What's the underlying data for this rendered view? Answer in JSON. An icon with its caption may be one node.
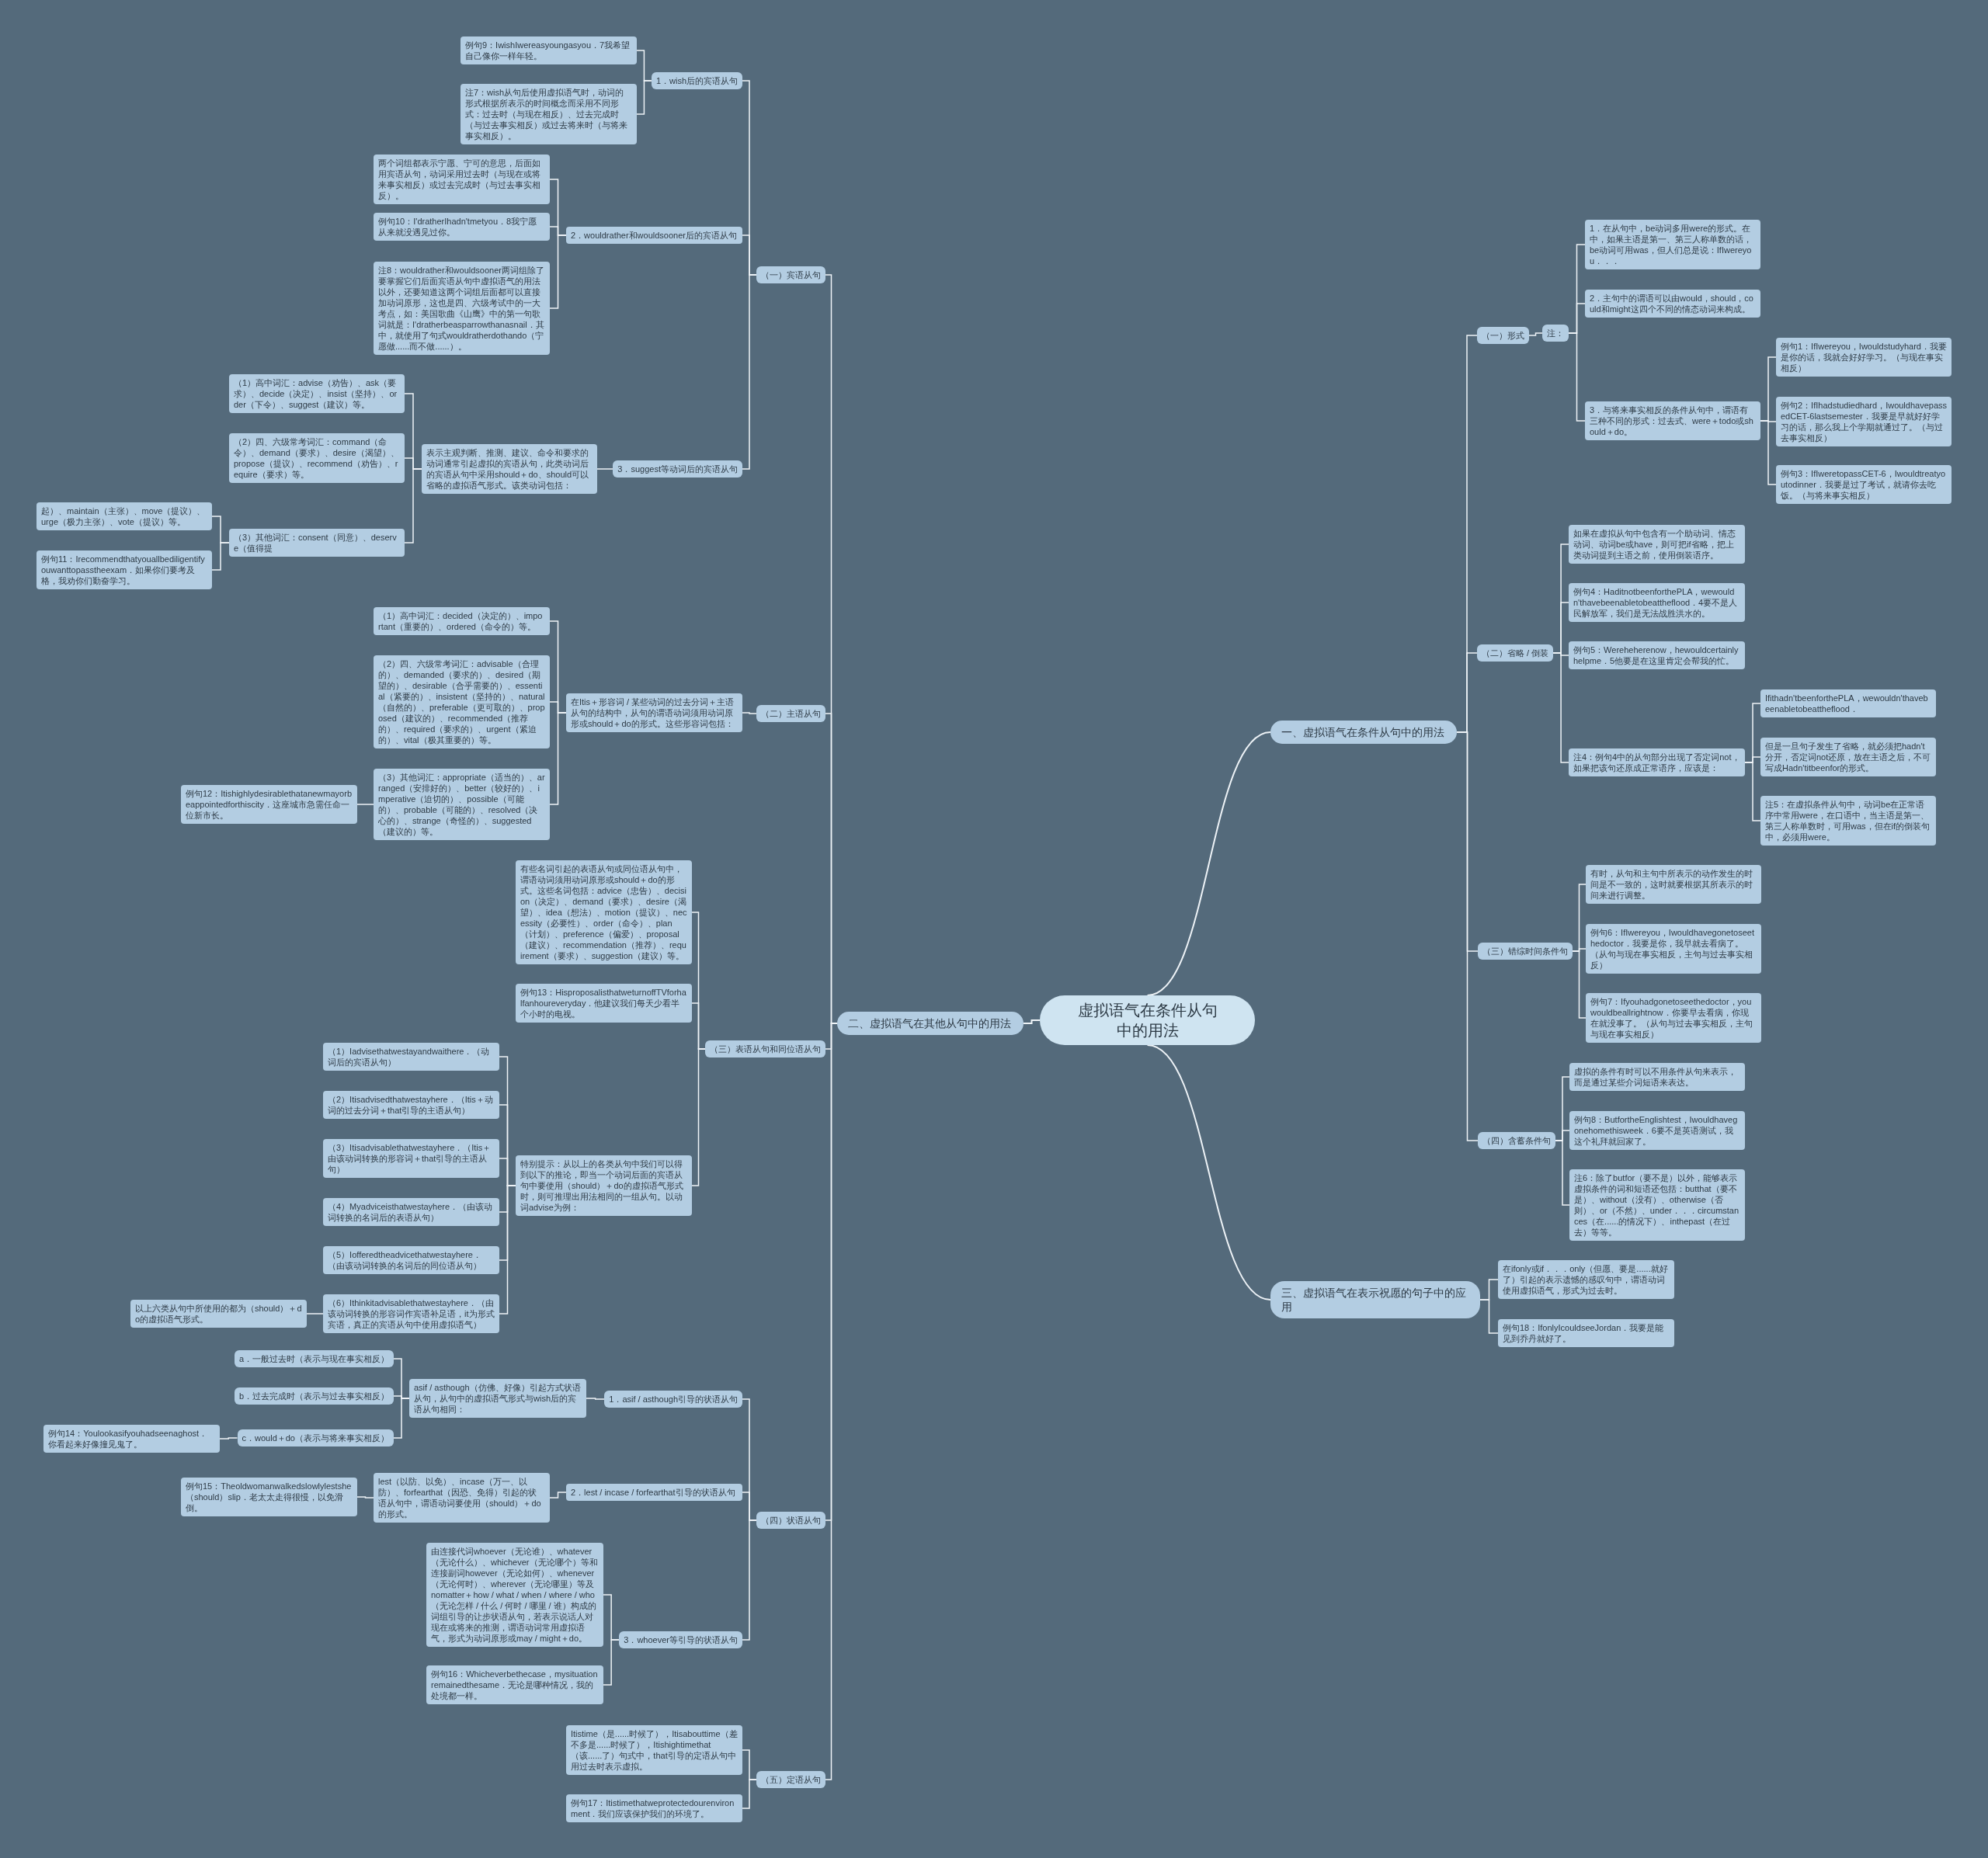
{
  "diagram": {
    "nodes": [
      {
        "text": [
          "虚拟语气在条件从句中的用法"
        ]
      },
      {
        "text": [
          "一、虚拟语气在条件从句中的用法"
        ]
      },
      {
        "text": [
          "（一）形式"
        ]
      },
      {
        "text": [
          "注："
        ]
      },
      {
        "text": [
          "1．在从句中，be动词多用were的形式。在中，如果主语是第一、第三人称单数的话，be动词可用was，但人们总是说：IfIwereyou．．．"
        ]
      },
      {
        "text": [
          "2．主句中的谓语可以由would，should，could和might这四个不同的情态动词来构成。"
        ]
      },
      {
        "text": [
          "3．与将来事实相反的条件从句中，谓语有三种不同的形式：过去式、were＋todo或should＋do。"
        ]
      },
      {
        "text": [
          "例句1：IfIwereyou，Iwouldstudyhard．我要是你的话，我就会好好学习。（与现在事实相反）"
        ]
      },
      {
        "text": [
          "例句2：IfIhadstudiedhard，IwouldhavepassedCET-6lastsemester．我要是早就好好学习的话，那么我上个学期就通过了。（与过去事实相反）"
        ]
      },
      {
        "text": [
          "例句3：IfIweretopassCET-6，Iwouldtreatyoutodinner．我要是过了考试，就请你去吃饭。（与将来事实相反）"
        ]
      },
      {
        "text": [
          "（二）省略 / 倒装"
        ]
      },
      {
        "text": [
          "如果在虚拟从句中包含有一个助动词、情态动词、动词be或have，则可把if省略，把上类动词提到主语之前，使用倒装语序。"
        ]
      },
      {
        "text": [
          "例句4：HaditnotbeenforthePLA，wewouldn'thavebeenabletobeattheflood．4要不是人民解放军，我们是无法战胜洪水的。"
        ]
      },
      {
        "text": [
          "例句5：Wereheherenow，hewouldcertainlyhelpme．5他要是在这里肯定会帮我的忙。"
        ]
      },
      {
        "text": [
          "注4：例句4中的从句部分出现了否定词not，如果把该句还原成正常语序，应该是："
        ]
      },
      {
        "text": [
          "Ifithadn'tbeenforthePLA，wewouldn'thavebeenabletobeattheflood．"
        ]
      },
      {
        "text": [
          "但是一旦句子发生了省略，就必须把hadn't分开，否定词not还原，放在主语之后，不可写成Hadn'titbeenfor的形式。"
        ]
      },
      {
        "text": [
          "注5：在虚拟条件从句中，动词be在正常语序中常用were，在口语中，当主语是第一、第三人称单数时，可用was，但在if的倒装句中，必须用were。"
        ]
      },
      {
        "text": [
          "（三）错综时间条件句"
        ]
      },
      {
        "text": [
          "有时，从句和主句中所表示的动作发生的时间是不一致的，这时就要根据其所表示的时间来进行调整。"
        ]
      },
      {
        "text": [
          "例句6：IfIwereyou，Iwouldhavegonetoseethedoctor．我要是你，我早就去看病了。（从句与现在事实相反，主句与过去事实相反）"
        ]
      },
      {
        "text": [
          "例句7：Ifyouhadgonetoseethedoctor，youwouldbeallrightnow．你要早去看病，你现在就没事了。（从句与过去事实相反，主句与现在事实相反）"
        ]
      },
      {
        "text": [
          "（四）含蓄条件句"
        ]
      },
      {
        "text": [
          "虚拟的条件有时可以不用条件从句来表示，而是通过某些介词短语来表达。"
        ]
      },
      {
        "text": [
          "例句8：ButfortheEnglishtest，Iwouldhavegonehomethisweek．6要不是英语测试，我这个礼拜就回家了。"
        ]
      },
      {
        "text": [
          "注6：除了butfor（要不是）以外，能够表示虚拟条件的词和短语还包括：butthat（要不是）、without（没有）、otherwise（否则）、or（不然）、under．．．circumstances（在......的情况下）、inthepast（在过去）等等。"
        ]
      },
      {
        "text": [
          "三、虚拟语气在表示祝愿的句子中的应用"
        ]
      },
      {
        "text": [
          "在ifonly或if．．．only（但愿、要是......就好了）引起的表示遗憾的感叹句中，谓语动词使用虚拟语气，形式为过去时。"
        ]
      },
      {
        "text": [
          "例句18：IfonlyIcouldseeJordan．我要是能见到乔丹就好了。"
        ]
      },
      {
        "text": [
          "二、虚拟语气在其他从句中的用法"
        ]
      },
      {
        "text": [
          "（一）宾语从句"
        ]
      },
      {
        "text": [
          "1．wish后的宾语从句"
        ]
      },
      {
        "text": [
          "例句9：IwishIwereasyoungasyou．7我希望自己像你一样年轻。"
        ]
      },
      {
        "text": [
          "注7：wish从句后使用虚拟语气时，动词的形式根据所表示的时间概念而采用不同形式：过去时（与现在相反）、过去完成时（与过去事实相反）或过去将来时（与将来事实相反）。"
        ]
      },
      {
        "text": [
          "2．wouldrather和wouldsooner后的宾语从句"
        ]
      },
      {
        "text": [
          "两个词组都表示宁愿、宁可的意思，后面如用宾语从句，动词采用过去时（与现在或将来事实相反）或过去完成时（与过去事实相反）。"
        ]
      },
      {
        "text": [
          "例句10：I'dratherIhadn'tmetyou．8我宁愿从来就没遇见过你。"
        ]
      },
      {
        "text": [
          "注8：wouldrather和wouldsooner两词组除了要掌握它们后面宾语从句中虚拟语气的用法以外，还要知道这两个词组后面都可以直接加动词原形，这也是四、六级考试中的一大考点，如：美国歌曲《山鹰》中的第一句歌词就是：I'dratherbeasparrowthanasnail．其中，就使用了句式wouldratherdothando（宁愿做......而不做......）。"
        ]
      },
      {
        "text": [
          "3．suggest等动词后的宾语从句"
        ]
      },
      {
        "text": [
          "表示主观判断、推测、建议、命令和要求的动词通常引起虚拟的宾语从句，此类动词后的宾语从句中采用should＋do、should可以省略的虚拟语气形式。该类动词包括："
        ]
      },
      {
        "text": [
          "（1）高中词汇：advise（劝告）、ask（要求）、decide（决定）、insist（坚持）、order（下令）、suggest（建议）等。"
        ]
      },
      {
        "text": [
          "（2）四、六级常考词汇：command（命令）、demand（要求）、desire（渴望）、propose（提议）、recommend（劝告）、require（要求）等。"
        ]
      },
      {
        "text": [
          "（3）其他词汇：consent（同意）、deserve（值得提"
        ]
      },
      {
        "text": [
          "起）、maintain（主张）、move（提议）、urge（极力主张）、vote（提议）等。"
        ]
      },
      {
        "text": [
          "例句11：Irecommendthatyouallbediligentifyouwanttopasstheexam．如果你们要考及格，我劝你们勤奋学习。"
        ]
      },
      {
        "text": [
          "（二）主语从句"
        ]
      },
      {
        "text": [
          "在Itis＋形容词 / 某些动词的过去分词＋主语从句的结构中，从句的谓语动词须用动词原形或should＋do的形式。这些形容词包括："
        ]
      },
      {
        "text": [
          "（1）高中词汇：decided（决定的）、important（重要的）、ordered（命令的）等。"
        ]
      },
      {
        "text": [
          "（2）四、六级常考词汇：advisable（合理的）、demanded（要求的）、desired（期望的）、desirable（合乎需要的）、essential（紧要的）、insistent（坚持的）、natural（自然的）、preferable（更可取的）、proposed（建议的）、recommended（推荐的）、required（要求的）、urgent（紧迫的）、vital（极其重要的）等。"
        ]
      },
      {
        "text": [
          "（3）其他词汇：appropriate（适当的）、arranged（安排好的）、better（较好的）、imperative（迫切的）、possible（可能的）、probable（可能的）、resolved（决心的）、strange（奇怪的）、suggested（建议的）等。"
        ]
      },
      {
        "text": [
          "例句12：Itishighlydesirablethatanewmayorbeappointedforthiscity．这座城市急需任命一位新市长。"
        ]
      },
      {
        "text": [
          "（三）表语从句和同位语从句"
        ]
      },
      {
        "text": [
          "有些名词引起的表语从句或同位语从句中，谓语动词须用动词原形或should＋do的形式。这些名词包括：advice（忠告）、decision（决定）、demand（要求）、desire（渴望）、idea（想法）、motion（提议）、necessity（必要性）、order（命令）、plan（计划）、preference（偏爱）、proposal（建议）、recommendation（推荐）、requirement（要求）、suggestion（建议）等。"
        ]
      },
      {
        "text": [
          "例句13：HisproposalisthatweturnoffTVforhalfanhoureveryday．他建议我们每天少看半个小时的电视。"
        ]
      },
      {
        "text": [
          "特别提示：从以上的各类从句中我们可以得到以下的推论，即当一个动词后面的宾语从句中要使用（should）＋do的虚拟语气形式时，则可推理出用法相同的一组从句。以动词advise为例："
        ]
      },
      {
        "text": [
          "（1）Iadvisethatwestayandwaithere．（动词后的宾语从句）"
        ]
      },
      {
        "text": [
          "（2）Itisadvisedthatwestayhere．（Itis＋动词的过去分词＋that引导的主语从句）"
        ]
      },
      {
        "text": [
          "（3）Itisadvisablethatwestayhere．（Itis＋由该动词转换的形容词＋that引导的主语从句）"
        ]
      },
      {
        "text": [
          "（4）Myadviceisthatwestayhere．（由该动词转换的名词后的表语从句）"
        ]
      },
      {
        "text": [
          "（5）Iofferedtheadvicethatwestayhere．（由该动词转换的名词后的同位语从句）"
        ]
      },
      {
        "text": [
          "（6）Ithinkitadvisablethatwestayhere．（由该动词转换的形容词作宾语补足语，it为形式宾语，真正的宾语从句中使用虚拟语气）"
        ]
      },
      {
        "text": [
          "以上六类从句中所使用的都为（should）＋do的虚拟语气形式。"
        ]
      },
      {
        "text": [
          "（四）状语从句"
        ]
      },
      {
        "text": [
          "1．asif / asthough引导的状语从句"
        ]
      },
      {
        "text": [
          "asif / asthough（仿佛、好像）引起方式状语从句，从句中的虚拟语气形式与wish后的宾语从句相同："
        ]
      },
      {
        "text": [
          "a．一般过去时（表示与现在事实相反）"
        ]
      },
      {
        "text": [
          "b．过去完成时（表示与过去事实相反）"
        ]
      },
      {
        "text": [
          "c．would＋do（表示与将来事实相反）"
        ]
      },
      {
        "text": [
          "例句14：Youlookasifyouhadseenaghost．你看起来好像撞见鬼了。"
        ]
      },
      {
        "text": [
          "2．lest / incase / forfearthat引导的状语从句"
        ]
      },
      {
        "text": [
          "lest（以防、以免）、incase（万一、以防）、forfearthat（因恐、免得）引起的状语从句中，谓语动词要使用（should）＋do的形式。"
        ]
      },
      {
        "text": [
          "例句15：Theoldwomanwalkedslowlylestshe（should）slip．老太太走得很慢，以免滑倒。"
        ]
      },
      {
        "text": [
          "3．whoever等引导的状语从句"
        ]
      },
      {
        "text": [
          "由连接代词whoever（无论谁）、whatever（无论什么）、whichever（无论哪个）等和连接副词however（无论如何）、whenever（无论何时）、wherever（无论哪里）等及nomatter＋how / what / when / where / who（无论怎样 / 什么 / 何时 / 哪里 / 谁）构成的词组引导的让步状语从句，若表示说话人对现在或将来的推测，谓语动词常用虚拟语气，形式为动词原形或may / might＋do。"
        ]
      },
      {
        "text": [
          "例句16：Whicheverbethecase，mysituationremainedthesame．无论是哪种情况，我的处境都一样。"
        ]
      },
      {
        "text": [
          "（五）定语从句"
        ]
      },
      {
        "text": [
          "Itistime（是......时候了），Itisabouttime（差不多是......时候了），Itishightimethat（该......了）句式中，that引导的定语从句中用过去时表示虚拟。"
        ]
      },
      {
        "text": [
          "例句17：Itistimethatweprotectedourenvironment．我们应该保护我们的环境了。"
        ]
      }
    ],
    "edges": [
      {
        "from": 0,
        "to": 1,
        "arrow": "none"
      },
      {
        "from": 1,
        "to": 2,
        "arrow": "none"
      },
      {
        "from": 2,
        "to": 3,
        "arrow": "none"
      },
      {
        "from": 3,
        "to": 4,
        "arrow": "none"
      },
      {
        "from": 3,
        "to": 5,
        "arrow": "none"
      },
      {
        "from": 3,
        "to": 6,
        "arrow": "none"
      },
      {
        "from": 6,
        "to": 7,
        "arrow": "none"
      },
      {
        "from": 6,
        "to": 8,
        "arrow": "none"
      },
      {
        "from": 6,
        "to": 9,
        "arrow": "none"
      },
      {
        "from": 1,
        "to": 10,
        "arrow": "none"
      },
      {
        "from": 10,
        "to": 11,
        "arrow": "none"
      },
      {
        "from": 10,
        "to": 12,
        "arrow": "none"
      },
      {
        "from": 10,
        "to": 13,
        "arrow": "none"
      },
      {
        "from": 10,
        "to": 14,
        "arrow": "none"
      },
      {
        "from": 14,
        "to": 15,
        "arrow": "none"
      },
      {
        "from": 14,
        "to": 16,
        "arrow": "none"
      },
      {
        "from": 14,
        "to": 17,
        "arrow": "none"
      },
      {
        "from": 1,
        "to": 18,
        "arrow": "none"
      },
      {
        "from": 18,
        "to": 19,
        "arrow": "none"
      },
      {
        "from": 18,
        "to": 20,
        "arrow": "none"
      },
      {
        "from": 18,
        "to": 21,
        "arrow": "none"
      },
      {
        "from": 1,
        "to": 22,
        "arrow": "none"
      },
      {
        "from": 22,
        "to": 23,
        "arrow": "none"
      },
      {
        "from": 22,
        "to": 24,
        "arrow": "none"
      },
      {
        "from": 22,
        "to": 25,
        "arrow": "none"
      },
      {
        "from": 0,
        "to": 26,
        "arrow": "none"
      },
      {
        "from": 26,
        "to": 27,
        "arrow": "none"
      },
      {
        "from": 26,
        "to": 28,
        "arrow": "none"
      },
      {
        "from": 0,
        "to": 29,
        "arrow": "none"
      },
      {
        "from": 29,
        "to": 30,
        "arrow": "none"
      },
      {
        "from": 30,
        "to": 31,
        "arrow": "none"
      },
      {
        "from": 31,
        "to": 32,
        "arrow": "none"
      },
      {
        "from": 31,
        "to": 33,
        "arrow": "none"
      },
      {
        "from": 30,
        "to": 34,
        "arrow": "none"
      },
      {
        "from": 34,
        "to": 35,
        "arrow": "none"
      },
      {
        "from": 34,
        "to": 36,
        "arrow": "none"
      },
      {
        "from": 34,
        "to": 37,
        "arrow": "none"
      },
      {
        "from": 30,
        "to": 38,
        "arrow": "none"
      },
      {
        "from": 38,
        "to": 39,
        "arrow": "none"
      },
      {
        "from": 39,
        "to": 40,
        "arrow": "none"
      },
      {
        "from": 39,
        "to": 41,
        "arrow": "none"
      },
      {
        "from": 39,
        "to": 42,
        "arrow": "none"
      },
      {
        "from": 42,
        "to": 43,
        "arrow": "none"
      },
      {
        "from": 42,
        "to": 44,
        "arrow": "none"
      },
      {
        "from": 29,
        "to": 45,
        "arrow": "none"
      },
      {
        "from": 45,
        "to": 46,
        "arrow": "none"
      },
      {
        "from": 46,
        "to": 47,
        "arrow": "none"
      },
      {
        "from": 46,
        "to": 48,
        "arrow": "none"
      },
      {
        "from": 46,
        "to": 49,
        "arrow": "none"
      },
      {
        "from": 49,
        "to": 50,
        "arrow": "none"
      },
      {
        "from": 29,
        "to": 51,
        "arrow": "none"
      },
      {
        "from": 51,
        "to": 52,
        "arrow": "none"
      },
      {
        "from": 51,
        "to": 53,
        "arrow": "none"
      },
      {
        "from": 51,
        "to": 54,
        "arrow": "none"
      },
      {
        "from": 54,
        "to": 55,
        "arrow": "none"
      },
      {
        "from": 54,
        "to": 56,
        "arrow": "none"
      },
      {
        "from": 54,
        "to": 57,
        "arrow": "none"
      },
      {
        "from": 54,
        "to": 58,
        "arrow": "none"
      },
      {
        "from": 54,
        "to": 59,
        "arrow": "none"
      },
      {
        "from": 54,
        "to": 60,
        "arrow": "none"
      },
      {
        "from": 60,
        "to": 61,
        "arrow": "none"
      },
      {
        "from": 29,
        "to": 62,
        "arrow": "none"
      },
      {
        "from": 62,
        "to": 63,
        "arrow": "none"
      },
      {
        "from": 63,
        "to": 64,
        "arrow": "none"
      },
      {
        "from": 64,
        "to": 65,
        "arrow": "none"
      },
      {
        "from": 64,
        "to": 66,
        "arrow": "none"
      },
      {
        "from": 64,
        "to": 67,
        "arrow": "none"
      },
      {
        "from": 67,
        "to": 68,
        "arrow": "none"
      },
      {
        "from": 62,
        "to": 69,
        "arrow": "none"
      },
      {
        "from": 69,
        "to": 70,
        "arrow": "none"
      },
      {
        "from": 70,
        "to": 71,
        "arrow": "none"
      },
      {
        "from": 62,
        "to": 72,
        "arrow": "none"
      },
      {
        "from": 72,
        "to": 73,
        "arrow": "none"
      },
      {
        "from": 72,
        "to": 74,
        "arrow": "none"
      },
      {
        "from": 29,
        "to": 75,
        "arrow": "none"
      },
      {
        "from": 75,
        "to": 76,
        "arrow": "none"
      },
      {
        "from": 75,
        "to": 77,
        "arrow": "none"
      }
    ]
  }
}
